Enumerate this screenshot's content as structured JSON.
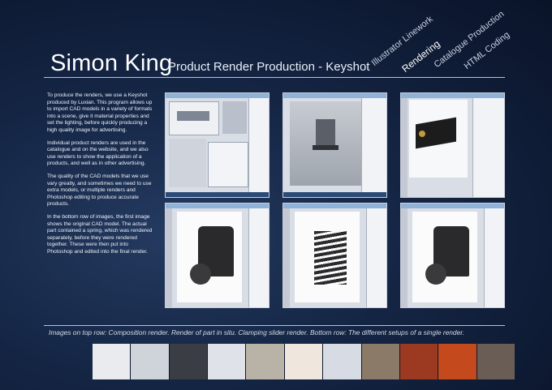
{
  "header": {
    "name": "Simon King",
    "subtitle": "Product Render Production - Keyshot"
  },
  "nav": {
    "items": [
      {
        "label": "Illustrator Linework",
        "active": false
      },
      {
        "label": "Rendering",
        "active": true
      },
      {
        "label": "Catalogue Production",
        "active": false
      },
      {
        "label": "HTML Coding",
        "active": false
      }
    ]
  },
  "body": {
    "paragraphs": [
      "To produce the renders, we use a Keyshot produced by Luxian. This program allows up to import CAD models in a variety of formats into a scene, give it material properties and set the lighting, before quickly producing a high quality image for advertising.",
      "Individual product renders are used in the catalogue and on the website, and we also use renders to show the application of a products, and well as in other advertising.",
      "The quality of the CAD models that we use vary greatly, and sometimes we need to use extra models, or multiple renders and Photoshop editing to produce accurate products.",
      "In the bottom row of images, the first image shows the original CAD model. The actual part contained a spring, which was rendered separately, before they were rendered together. These were then put into Photoshop and edited into the final render."
    ]
  },
  "caption": "Images on top row: Composition render. Render of part in situ. Clamping slider render. Bottom row: The different setups of a single render.",
  "colors": {
    "background": "#142544",
    "accent": "#ffffff",
    "rule": "#b8c1d3"
  }
}
